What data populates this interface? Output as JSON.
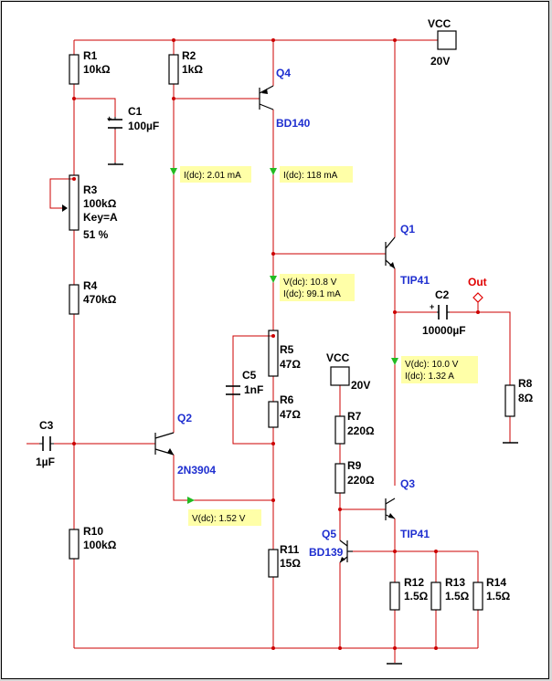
{
  "colors": {
    "wire": "#cc0000",
    "component": "#000000",
    "transistor_label": "#1f2fd0",
    "probe_fill": "#ffffa8",
    "probe_arrow": "#22bb22",
    "background": "#ffffff"
  },
  "supply": {
    "vcc_label": "VCC",
    "vcc_value": "20V"
  },
  "supply2": {
    "vcc_label": "VCC",
    "vcc_value": "20V"
  },
  "resistors": {
    "R1": {
      "name": "R1",
      "value": "10kΩ"
    },
    "R2": {
      "name": "R2",
      "value": "1kΩ"
    },
    "R4": {
      "name": "R4",
      "value": "470kΩ"
    },
    "R5": {
      "name": "R5",
      "value": "47Ω"
    },
    "R6": {
      "name": "R6",
      "value": "47Ω"
    },
    "R7": {
      "name": "R7",
      "value": "220Ω"
    },
    "R8": {
      "name": "R8",
      "value": "8Ω"
    },
    "R9": {
      "name": "R9",
      "value": "220Ω"
    },
    "R10": {
      "name": "R10",
      "value": "100kΩ"
    },
    "R11": {
      "name": "R11",
      "value": "15Ω"
    },
    "R12": {
      "name": "R12",
      "value": "1.5Ω"
    },
    "R13": {
      "name": "R13",
      "value": "1.5Ω"
    },
    "R14": {
      "name": "R14",
      "value": "1.5Ω"
    }
  },
  "potentiometer": {
    "name": "R3",
    "value": "100kΩ",
    "key": "Key=A",
    "setting": "51 %"
  },
  "capacitors": {
    "C1": {
      "name": "C1",
      "value": "100µF"
    },
    "C2": {
      "name": "C2",
      "value": "10000µF"
    },
    "C3": {
      "name": "C3",
      "value": "1µF"
    },
    "C5": {
      "name": "C5",
      "value": "1nF"
    }
  },
  "transistors": {
    "Q1": {
      "name": "Q1",
      "model": "TIP41"
    },
    "Q2": {
      "name": "Q2",
      "model": "2N3904"
    },
    "Q3": {
      "name": "Q3",
      "model": "TIP41"
    },
    "Q4": {
      "name": "Q4",
      "model": "BD140"
    },
    "Q5": {
      "name": "Q5",
      "model": "BD139"
    }
  },
  "probes": {
    "p1": {
      "line1": "I(dc): 2.01 mA"
    },
    "p2": {
      "line1": "I(dc): 118 mA"
    },
    "p3": {
      "line1": "V(dc): 10.8 V",
      "line2": "I(dc): 99.1 mA"
    },
    "p4": {
      "line1": "V(dc): 10.0 V",
      "line2": "I(dc): 1.32 A"
    },
    "p5": {
      "line1": "V(dc): 1.52 V"
    }
  },
  "output": {
    "label": "Out"
  }
}
